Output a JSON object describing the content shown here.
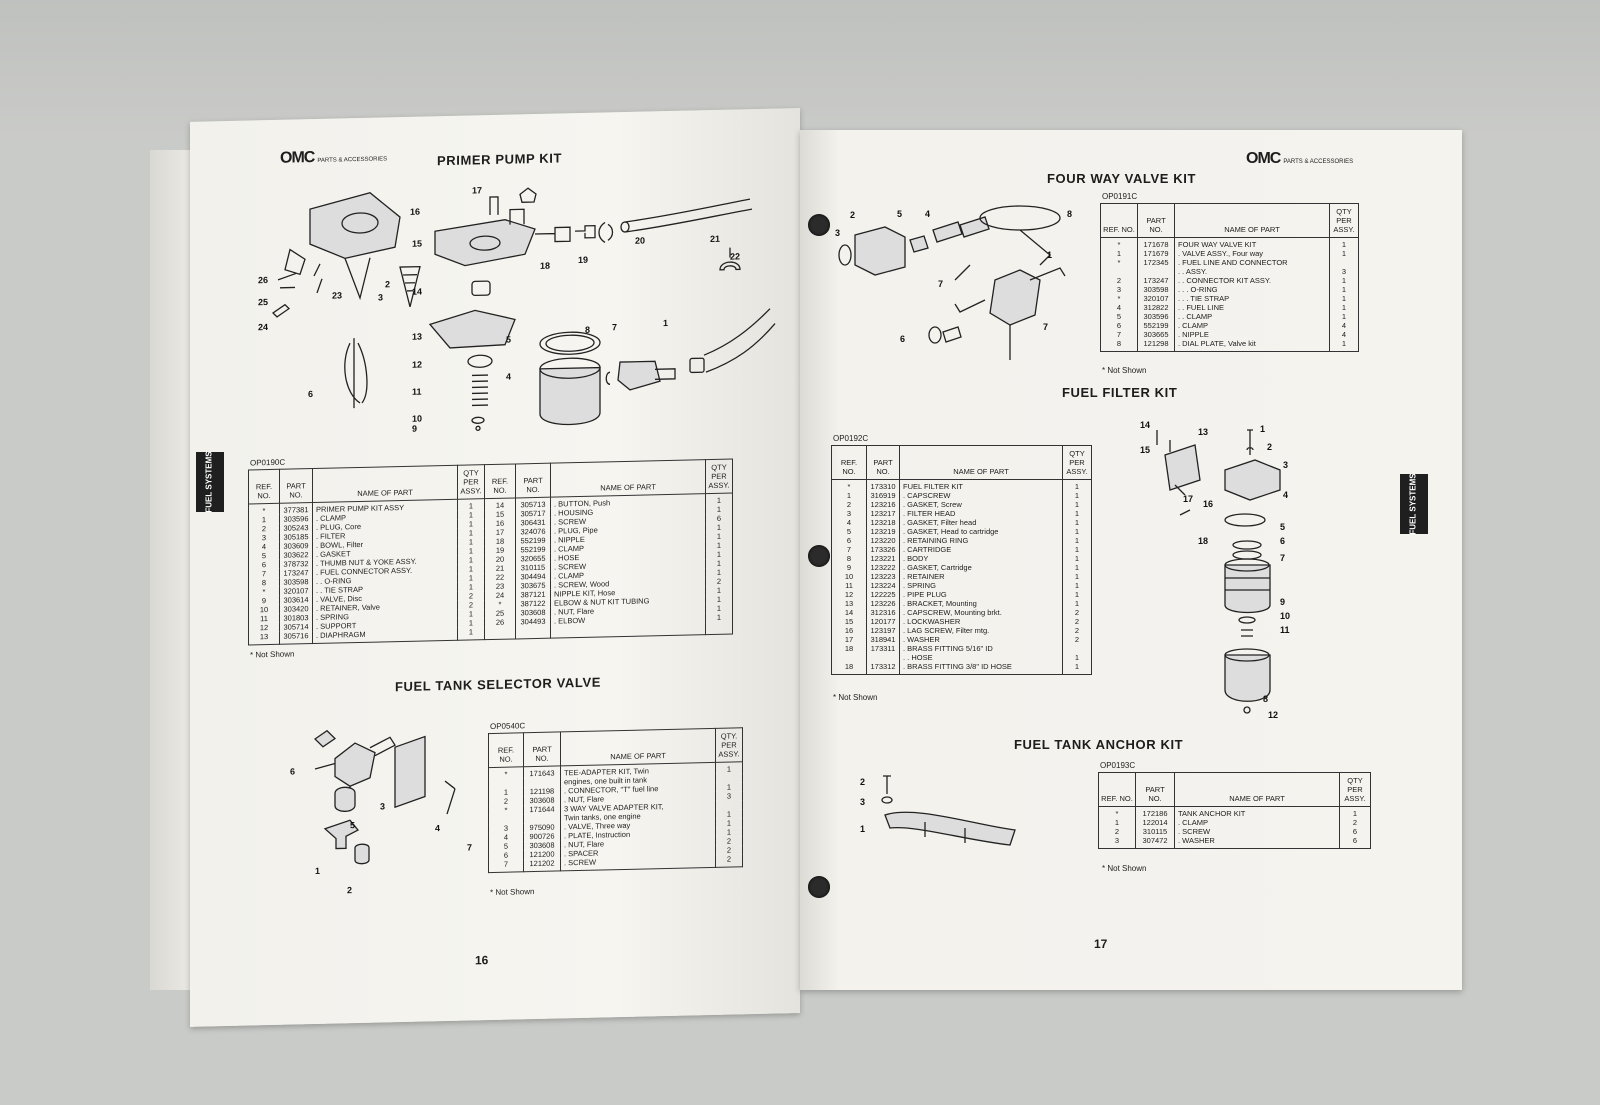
{
  "left_page": {
    "logo": "OMC",
    "logo_sub": "PARTS & ACCESSORIES",
    "primer": {
      "title": "PRIMER PUMP KIT",
      "code": "OP0190C",
      "callouts": [
        "17",
        "16",
        "15",
        "14",
        "13",
        "12",
        "11",
        "10",
        "9",
        "26",
        "25",
        "24",
        "23",
        "2",
        "3",
        "6",
        "20",
        "18",
        "19",
        "21",
        "22",
        "5",
        "4",
        "8",
        "7",
        "1"
      ],
      "headers": {
        "ref": "REF. NO.",
        "part": "PART NO.",
        "name": "NAME OF PART",
        "qty": "QTY PER ASSY."
      },
      "rows_a": [
        [
          "*",
          "377381",
          "PRIMER PUMP KIT ASSY",
          "1"
        ],
        [
          "1",
          "303596",
          ". CLAMP",
          "1"
        ],
        [
          "2",
          "305243",
          ". PLUG, Core",
          "1"
        ],
        [
          "3",
          "305185",
          ". FILTER",
          "1"
        ],
        [
          "4",
          "303609",
          ". BOWL, Filter",
          "1"
        ],
        [
          "5",
          "303622",
          ". GASKET",
          "1"
        ],
        [
          "6",
          "378732",
          ". THUMB NUT & YOKE ASSY.",
          "1"
        ],
        [
          "7",
          "173247",
          ". FUEL CONNECTOR ASSY.",
          "1"
        ],
        [
          "8",
          "303598",
          ". . O-RING",
          "1"
        ],
        [
          "*",
          "320107",
          ". . TIE STRAP",
          "1"
        ],
        [
          "9",
          "303614",
          ". VALVE, Disc",
          "2"
        ],
        [
          "10",
          "303420",
          ". RETAINER, Valve",
          "2"
        ],
        [
          "11",
          "301803",
          ". SPRING",
          "1"
        ],
        [
          "12",
          "305714",
          ". SUPPORT",
          "1"
        ],
        [
          "13",
          "305716",
          ". DIAPHRAGM",
          "1"
        ]
      ],
      "rows_b": [
        [
          "14",
          "305713",
          ". BUTTON, Push",
          "1"
        ],
        [
          "15",
          "305717",
          ". HOUSING",
          "1"
        ],
        [
          "16",
          "306431",
          ". SCREW",
          "6"
        ],
        [
          "17",
          "324076",
          ". PLUG, Pipe",
          "1"
        ],
        [
          "18",
          "552199",
          ". NIPPLE",
          "1"
        ],
        [
          "19",
          "552199",
          ". CLAMP",
          "1"
        ],
        [
          "20",
          "320655",
          ". HOSE",
          "1"
        ],
        [
          "21",
          "310115",
          ". SCREW",
          "1"
        ],
        [
          "22",
          "304494",
          ". CLAMP",
          "1"
        ],
        [
          "23",
          "303675",
          ". SCREW, Wood",
          "2"
        ],
        [
          "24",
          "387121",
          "NIPPLE KIT, Hose",
          "1"
        ],
        [
          "*",
          "387122",
          "ELBOW & NUT KIT TUBING",
          "1"
        ],
        [
          "25",
          "303608",
          ". NUT, Flare",
          "1"
        ],
        [
          "26",
          "304493",
          ". ELBOW",
          "1"
        ]
      ],
      "note": "* Not Shown"
    },
    "selector": {
      "title": "FUEL TANK SELECTOR VALVE",
      "code": "OP0540C",
      "callouts": [
        "6",
        "3",
        "5",
        "4",
        "7",
        "1",
        "2"
      ],
      "headers": {
        "ref": "REF. NO.",
        "part": "PART NO.",
        "name": "NAME OF PART",
        "qty": "QTY. PER ASSY."
      },
      "rows": [
        [
          "*",
          "171643",
          "TEE-ADAPTER KIT, Twin",
          "1"
        ],
        [
          "",
          "",
          "engines, one built in tank",
          ""
        ],
        [
          "1",
          "121198",
          ". CONNECTOR, \"T\" fuel line",
          "1"
        ],
        [
          "2",
          "303608",
          ". NUT, Flare",
          "3"
        ],
        [
          "*",
          "171644",
          "3 WAY VALVE ADAPTER KIT,",
          ""
        ],
        [
          "",
          "",
          "Twin tanks, one engine",
          "1"
        ],
        [
          "3",
          "975090",
          ". VALVE, Three way",
          "1"
        ],
        [
          "4",
          "900726",
          ". PLATE, Instruction",
          "1"
        ],
        [
          "5",
          "303608",
          ". NUT, Flare",
          "2"
        ],
        [
          "6",
          "121200",
          ". SPACER",
          "2"
        ],
        [
          "7",
          "121202",
          ". SCREW",
          "2"
        ]
      ],
      "note": "* Not Shown"
    },
    "tab_label": "FUEL SYSTEMS",
    "page_number": "16"
  },
  "right_page": {
    "logo": "OMC",
    "logo_sub": "PARTS & ACCESSORIES",
    "four_way": {
      "title": "FOUR WAY VALVE KIT",
      "code": "OP0191C",
      "callouts": [
        "2",
        "5",
        "4",
        "8",
        "3",
        "1",
        "7",
        "6",
        "7"
      ],
      "headers": {
        "ref": "REF. NO.",
        "part": "PART NO.",
        "name": "NAME OF PART",
        "qty": "QTY PER ASSY."
      },
      "rows": [
        [
          "*",
          "171678",
          "FOUR WAY VALVE KIT",
          "1"
        ],
        [
          "1",
          "171679",
          ". VALVE ASSY., Four way",
          "1"
        ],
        [
          "*",
          "172345",
          ". FUEL LINE AND CONNECTOR",
          ""
        ],
        [
          "",
          "",
          ". . ASSY.",
          "3"
        ],
        [
          "2",
          "173247",
          ". . CONNECTOR KIT ASSY.",
          "1"
        ],
        [
          "3",
          "303598",
          ". . . O-RING",
          "1"
        ],
        [
          "*",
          "320107",
          ". . . TIE STRAP",
          "1"
        ],
        [
          "4",
          "312822",
          ". . FUEL LINE",
          "1"
        ],
        [
          "5",
          "303596",
          ". . CLAMP",
          "1"
        ],
        [
          "6",
          "552199",
          ". CLAMP",
          "4"
        ],
        [
          "7",
          "303665",
          ". NIPPLE",
          "4"
        ],
        [
          "8",
          "121298",
          ". DIAL PLATE, Valve kit",
          "1"
        ]
      ],
      "note": "* Not Shown"
    },
    "filter": {
      "title": "FUEL FILTER KIT",
      "code": "OP0192C",
      "callouts": [
        "14",
        "13",
        "1",
        "15",
        "2",
        "3",
        "17",
        "16",
        "4",
        "18",
        "5",
        "6",
        "7",
        "9",
        "10",
        "11",
        "8",
        "12"
      ],
      "headers": {
        "ref": "REF. NO.",
        "part": "PART NO.",
        "name": "NAME OF PART",
        "qty": "QTY PER ASSY."
      },
      "rows": [
        [
          "*",
          "173310",
          "FUEL FILTER KIT",
          "1"
        ],
        [
          "1",
          "316919",
          ". CAPSCREW",
          "1"
        ],
        [
          "2",
          "123216",
          ". GASKET, Screw",
          "1"
        ],
        [
          "3",
          "123217",
          ". FILTER HEAD",
          "1"
        ],
        [
          "4",
          "123218",
          ". GASKET, Filter head",
          "1"
        ],
        [
          "5",
          "123219",
          ". GASKET, Head to cartridge",
          "1"
        ],
        [
          "6",
          "123220",
          ". RETAINING RING",
          "1"
        ],
        [
          "7",
          "173326",
          ". CARTRIDGE",
          "1"
        ],
        [
          "8",
          "123221",
          ". BODY",
          "1"
        ],
        [
          "9",
          "123222",
          ". GASKET, Cartridge",
          "1"
        ],
        [
          "10",
          "123223",
          ". RETAINER",
          "1"
        ],
        [
          "11",
          "123224",
          ". SPRING",
          "1"
        ],
        [
          "12",
          "122225",
          ". PIPE PLUG",
          "1"
        ],
        [
          "13",
          "123226",
          ". BRACKET, Mounting",
          "1"
        ],
        [
          "14",
          "312316",
          ". CAPSCREW, Mounting brkt.",
          "2"
        ],
        [
          "15",
          "120177",
          ". LOCKWASHER",
          "2"
        ],
        [
          "16",
          "123197",
          ". LAG SCREW, Filter mtg.",
          "2"
        ],
        [
          "17",
          "318941",
          ". WASHER",
          "2"
        ],
        [
          "18",
          "173311",
          ". BRASS FITTING 5/16\" ID",
          ""
        ],
        [
          "",
          "",
          ". . HOSE",
          "1"
        ],
        [
          "18",
          "173312",
          ". BRASS FITTING 3/8\" ID HOSE",
          "1"
        ]
      ],
      "note": "* Not Shown"
    },
    "anchor": {
      "title": "FUEL TANK ANCHOR KIT",
      "code": "OP0193C",
      "callouts": [
        "2",
        "3",
        "1"
      ],
      "headers": {
        "ref": "REF. NO.",
        "part": "PART NO.",
        "name": "NAME OF PART",
        "qty": "QTY PER ASSY."
      },
      "rows": [
        [
          "*",
          "172186",
          "TANK ANCHOR KIT",
          "1"
        ],
        [
          "1",
          "122014",
          ". CLAMP",
          "2"
        ],
        [
          "2",
          "310115",
          ". SCREW",
          "6"
        ],
        [
          "3",
          "307472",
          ". WASHER",
          "6"
        ]
      ],
      "note": "* Not Shown"
    },
    "tab_label": "FUEL SYSTEMS",
    "page_number": "17"
  }
}
